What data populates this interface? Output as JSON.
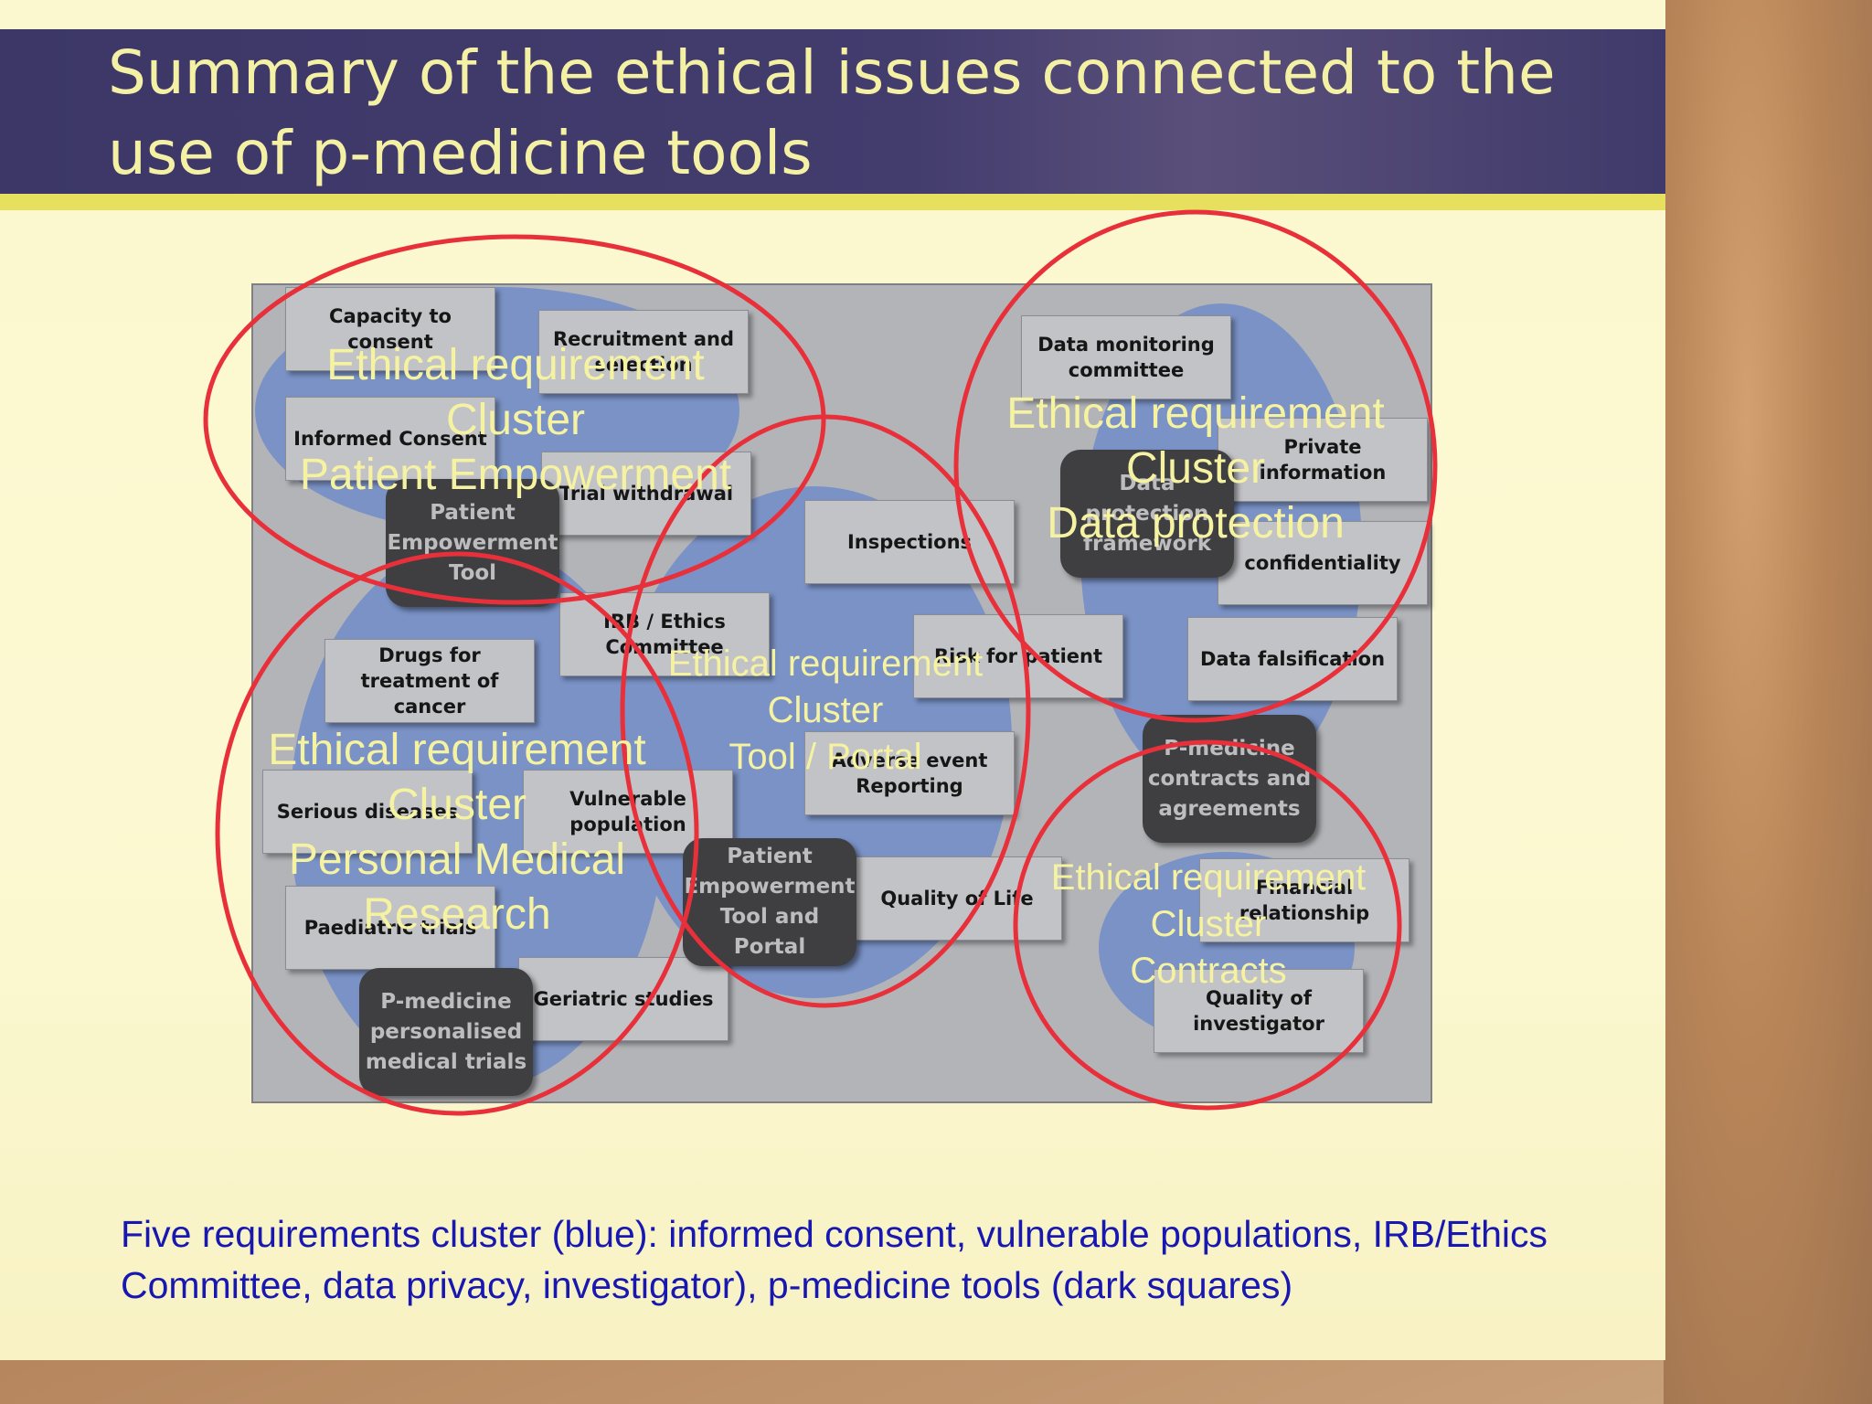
{
  "slide": {
    "title": "Summary of the ethical issues connected to the use of p-medicine tools",
    "footer": "Five requirements cluster (blue): informed consent, vulnerable populations, IRB/Ethics Committee, data privacy, investigator), p-medicine tools (dark squares)"
  },
  "diagram": {
    "issues": {
      "capacity_to_consent": "Capacity to consent",
      "recruitment": "Recruitment and selection",
      "informed_consent": "Informed Consent",
      "trial_withdrawal": "Trial withdrawal",
      "inspections": "Inspections",
      "data_monitoring": "Data monitoring committee",
      "private_information": "Private information",
      "confidentiality": "confidentiality",
      "irb": "IRB / Ethics Committee",
      "risk_for_patient": "Risk for patient",
      "data_falsification": "Data falsification",
      "drugs_for_cancer": "Drugs for treatment of cancer",
      "serious_diseases": "Serious diseases",
      "vulnerable_population": "Vulnerable population",
      "adverse_event": "Adverse event Reporting",
      "quality_of_life": "Quality of Life",
      "financial_relationship": "Financial relationship",
      "paediatric_trials": "Paediatric trials",
      "geriatric_studies": "Geriatric studies",
      "quality_of_investigator": "Quality of investigator"
    },
    "tools": {
      "patient_empowerment_tool": "Patient Empowerment Tool",
      "data_protection_framework": "Data protection framework",
      "patient_empowerment_tool_portal": "Patient Empowerment Tool and Portal",
      "contracts_agreements": "P-medicine contracts and agreements",
      "personalised_trials": "P-medicine personalised medical trials"
    }
  },
  "clusters": [
    {
      "label": "Ethical requirement\nCluster\nPatient Empowerment"
    },
    {
      "label": "Ethical requirement\nCluster\nData protection"
    },
    {
      "label": "Ethical requirement\nCluster\nTool / Portal"
    },
    {
      "label": "Ethical requirement\nCluster\nPersonal Medical\nResearch"
    },
    {
      "label": "Ethical requirement\nCluster\nContracts"
    }
  ],
  "colors": {
    "title_bar": "#3c3767",
    "title_text": "#f4f0a4",
    "accent_stripe": "#e7df5e",
    "ring": "#e8303a",
    "cluster_blob": "#7a92c6",
    "footer_text": "#1818b0"
  }
}
